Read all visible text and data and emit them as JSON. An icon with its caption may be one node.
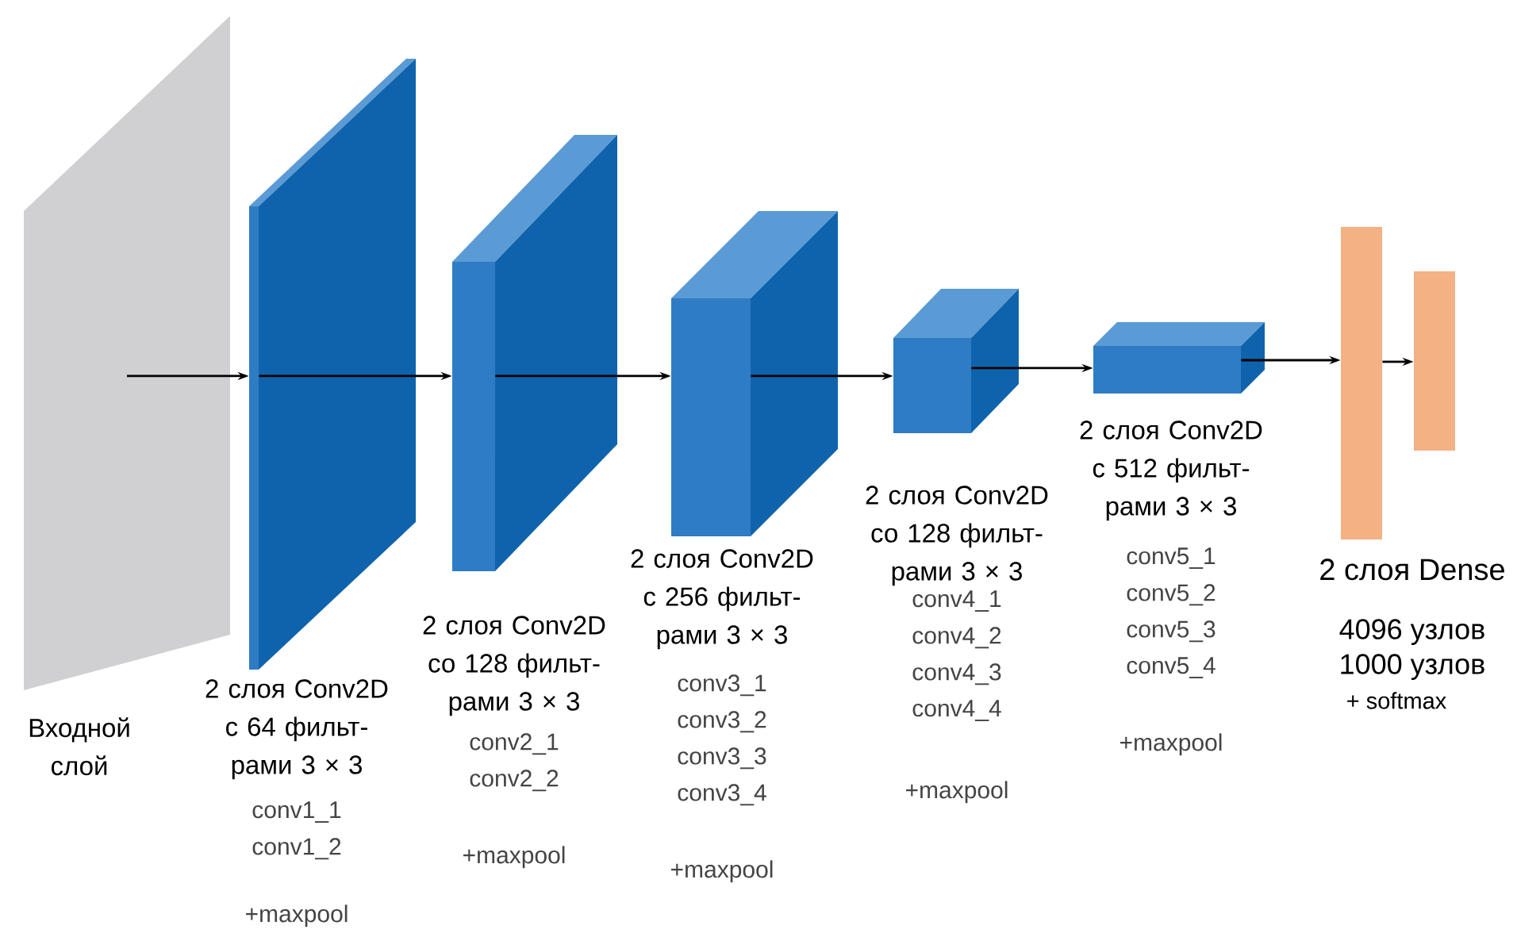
{
  "diagram": {
    "nodes": [
      {
        "text": [],
        "shape": "box",
        "beside": [
          "Входной слой"
        ]
      },
      {
        "text": [],
        "shape": "box",
        "beside": [
          "2 слоя Conv2D с 64 фильт- рами 3 × 3",
          "conv1_1",
          "conv1_2",
          "+maxpool"
        ]
      },
      {
        "text": [],
        "shape": "box",
        "beside": [
          "2 слоя Conv2D со 128 фильт- рами 3 × 3",
          "conv2_1",
          "conv2_2",
          "+maxpool"
        ]
      },
      {
        "text": [],
        "shape": "box",
        "beside": [
          "2 слоя Conv2D с 256 фильт- рами 3 × 3",
          "conv3_1",
          "conv3_2",
          "conv3_3",
          "conv3_4",
          "+maxpool"
        ]
      },
      {
        "text": [],
        "shape": "box",
        "beside": [
          "2 слоя Conv2D со 128 фильт- рами 3 × 3",
          "conv4_1",
          "conv4_2",
          "conv4_3",
          "conv4_4",
          "+maxpool"
        ]
      },
      {
        "text": [],
        "shape": "box",
        "beside": [
          "2 слоя Conv2D с 512 фильт- рами 3 × 3",
          "conv5_1",
          "conv5_2",
          "conv5_3",
          "conv5_4",
          "+maxpool"
        ]
      },
      {
        "text": [],
        "shape": "bar"
      },
      {
        "text": [],
        "shape": "bar"
      }
    ],
    "edges": [
      {
        "from": 0,
        "to": 1,
        "arrow": "to"
      },
      {
        "from": 1,
        "to": 2,
        "arrow": "to"
      },
      {
        "from": 2,
        "to": 3,
        "arrow": "to"
      },
      {
        "from": 3,
        "to": 4,
        "arrow": "to"
      },
      {
        "from": 4,
        "to": 5,
        "arrow": "to"
      },
      {
        "from": 5,
        "to": 6,
        "arrow": "to"
      },
      {
        "from": 6,
        "to": 7,
        "arrow": "to"
      }
    ],
    "labels": [
      "2 слоя Dense",
      "4096 узлов",
      "1000 узлов",
      "+ softmax"
    ]
  }
}
